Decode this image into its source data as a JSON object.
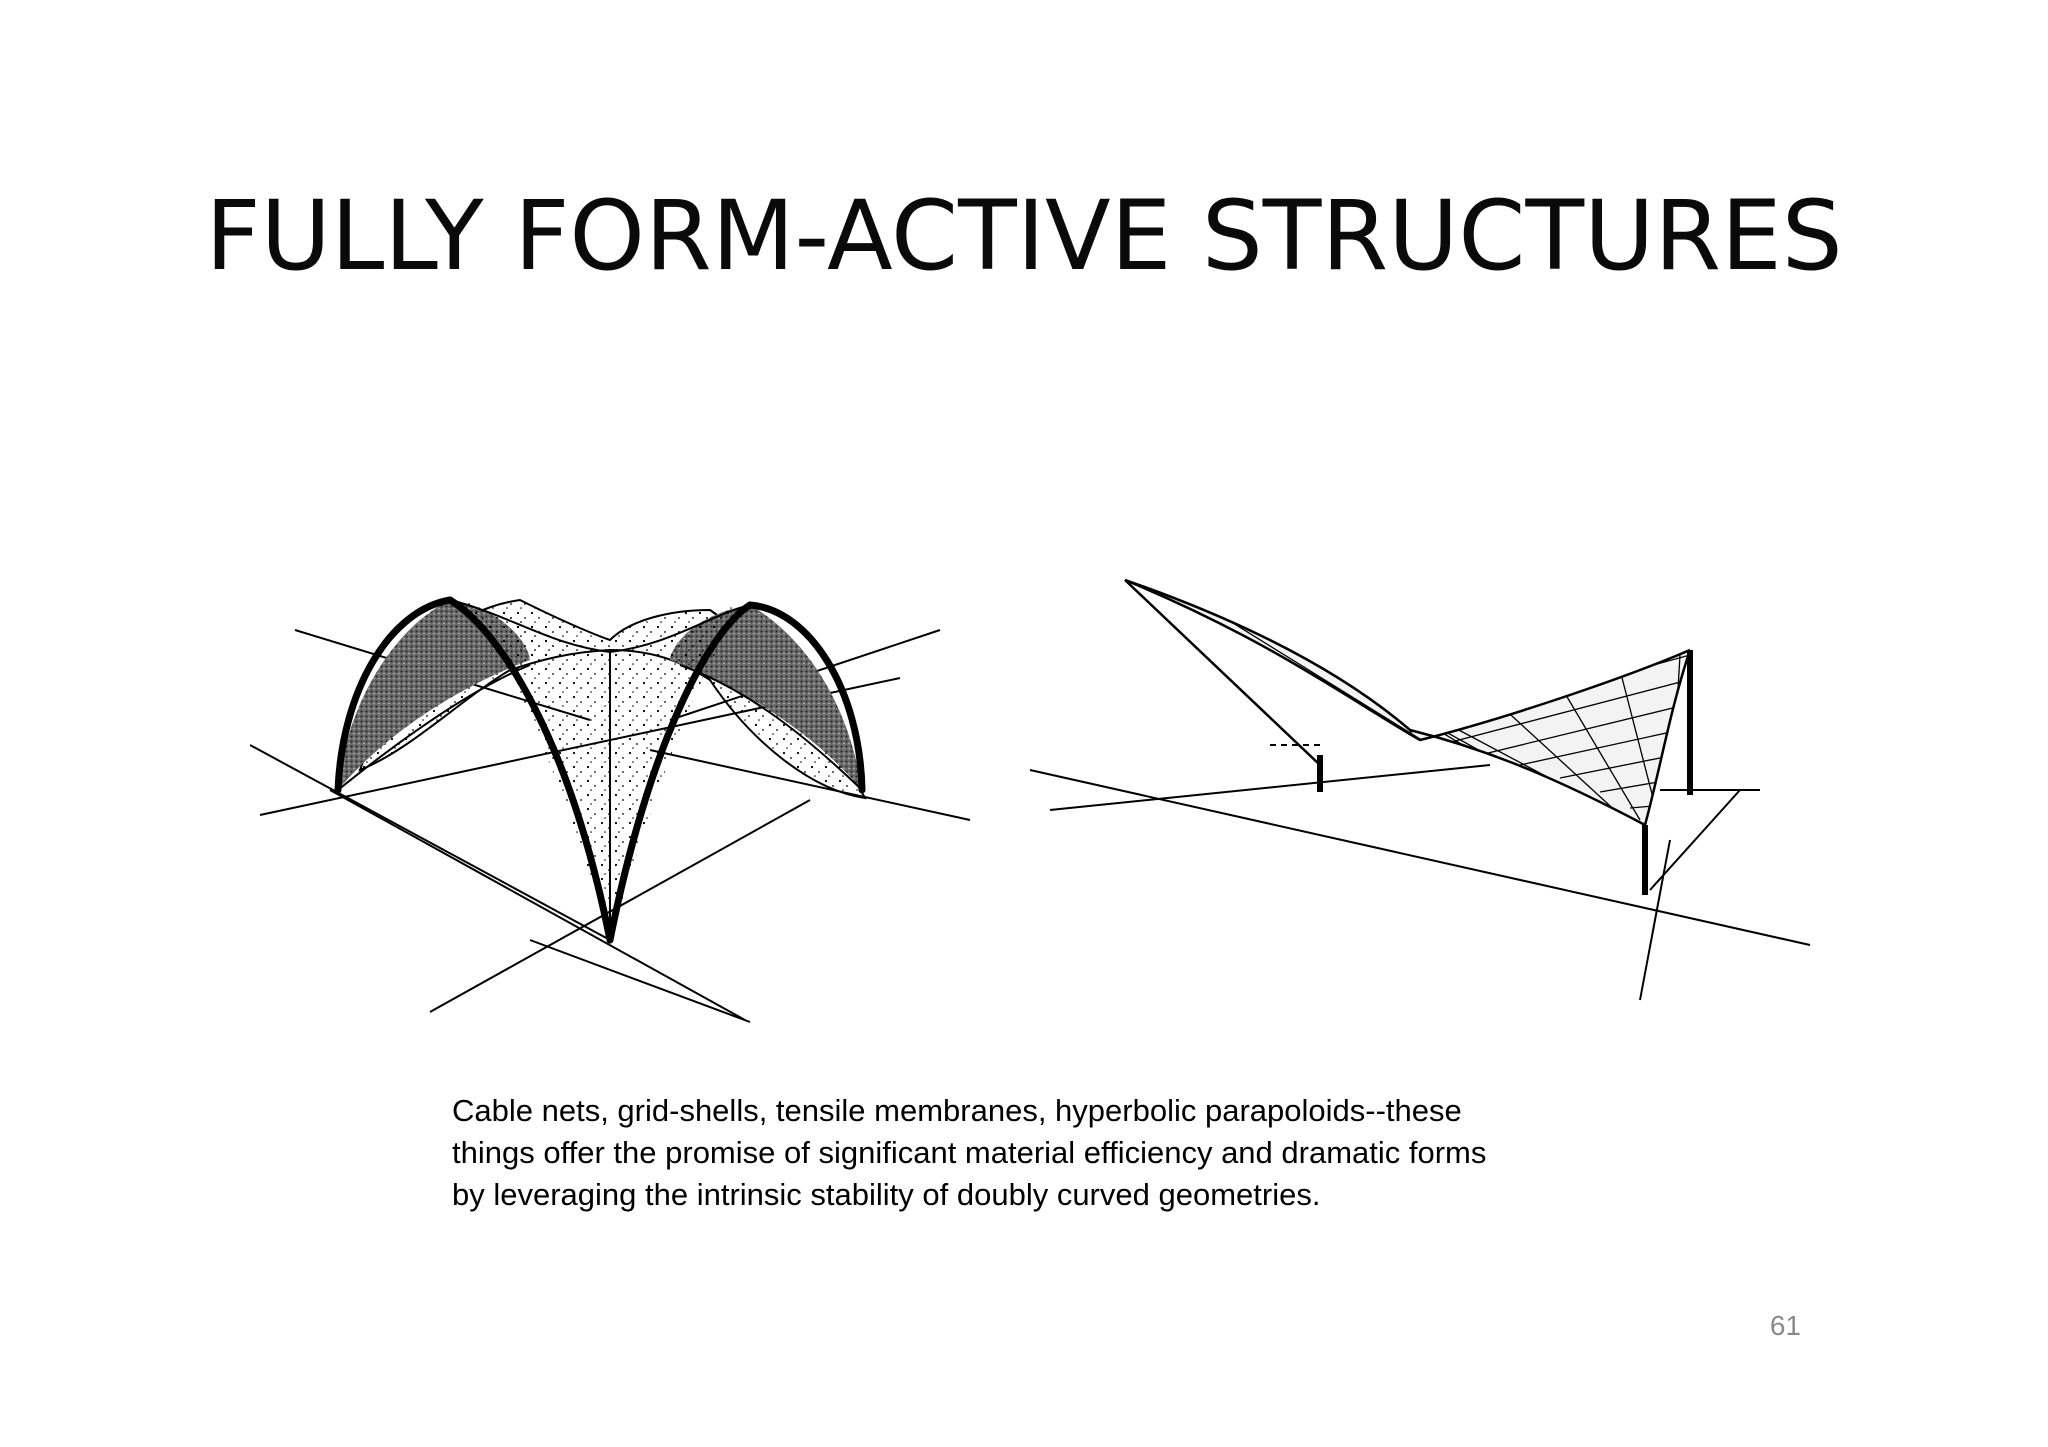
{
  "slide": {
    "title": "FULLY FORM-ACTIVE STRUCTURES",
    "caption_lines": [
      "Cable nets, grid-shells, tensile membranes, hyperbolic parapoloids--these",
      "things offer the promise of significant material efficiency and dramatic forms",
      "by leveraging the intrinsic stability of doubly curved geometries."
    ],
    "page_number": "61"
  },
  "figures": {
    "left": {
      "icon": "shell-vault-drawing-icon"
    },
    "right": {
      "icon": "hyperbolic-paraboloid-roof-drawing-icon"
    }
  },
  "colors": {
    "ink": "#000000",
    "page_number": "#8a8a8a",
    "background": "#ffffff"
  }
}
